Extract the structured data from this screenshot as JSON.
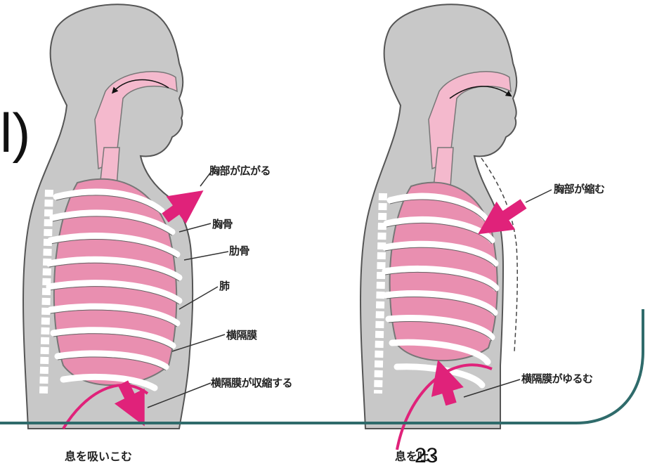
{
  "slide": {
    "title_fragment": "l)",
    "page_number": "23"
  },
  "inhale": {
    "labels": {
      "chest_expands": "胸部が広がる",
      "sternum": "胸骨",
      "ribs": "肋骨",
      "lung": "肺",
      "diaphragm": "横隔膜",
      "diaphragm_contracts": "横隔膜が収縮する"
    },
    "caption": "息を吸いこむ"
  },
  "exhale": {
    "labels": {
      "chest_contracts": "胸部が縮む",
      "diaphragm_relaxes": "横隔膜がゆるむ"
    },
    "caption": "息を吐く"
  },
  "colors": {
    "body": "#c8c8c8",
    "lung": "#e98fb0",
    "airway": "#f4b9cd",
    "arrow": "#e0227a",
    "rib": "#ffffff",
    "accent_line": "#2f6b6b"
  }
}
